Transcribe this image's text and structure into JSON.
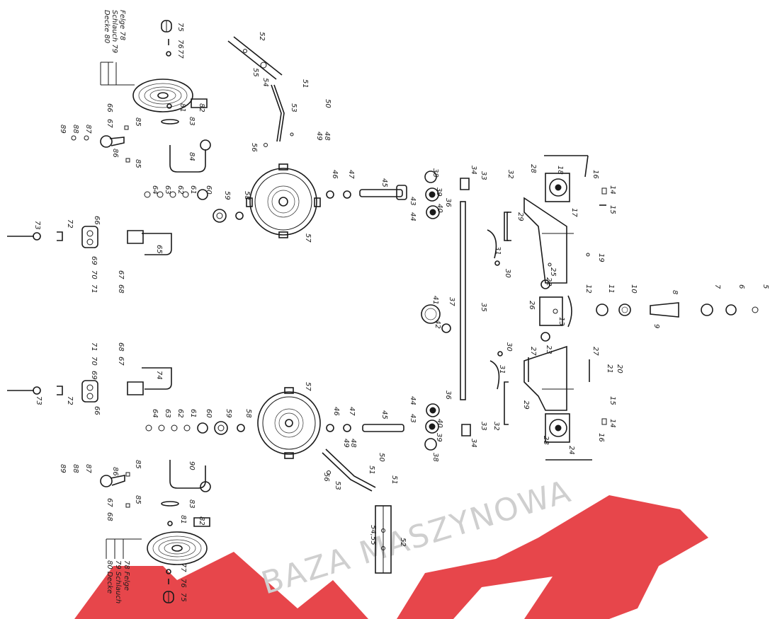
{
  "watermark": {
    "text": "BAZA MASZYNOWA",
    "color": "#cfcfcf",
    "logo_color": "#e3262c"
  },
  "wheel_legend_top": [
    "Felge 78",
    "Schlauch 79",
    "Decke 80"
  ],
  "wheel_legend_bottom": [
    "78 Felge",
    "79 Schlauch",
    "80 Decke"
  ],
  "labels": {
    "p5": "5",
    "p6": "6",
    "p7": "7",
    "p8": "8",
    "p9": "9",
    "p10": "10",
    "p11": "11",
    "p12": "12",
    "p13": "13",
    "p14a": "14",
    "p15a": "15",
    "p16a": "16",
    "p17a": "17",
    "p18a": "18",
    "p19a": "19",
    "p20": "20",
    "p21": "21",
    "p22": "22",
    "p23": "23",
    "p24": "24",
    "p25": "25",
    "p26": "26",
    "p27a": "27",
    "p27b": "27",
    "p28a": "28",
    "p28b": "28",
    "p29a": "29",
    "p29b": "29",
    "p30a": "30",
    "p30b": "30",
    "p31a": "31",
    "p31b": "31",
    "p32a": "32",
    "p32b": "32",
    "p33a": "33",
    "p33b": "33",
    "p34a": "34",
    "p34b": "34",
    "p35": "35",
    "p36a": "36",
    "p36b": "36",
    "p37": "37",
    "p38a": "38",
    "p38b": "38",
    "p39a": "39",
    "p39b": "39",
    "p40a": "40",
    "p40b": "40",
    "p41": "41",
    "p42": "42",
    "p43a": "43",
    "p43b": "43",
    "p44a": "44",
    "p44b": "44",
    "p45a": "45",
    "p45b": "45",
    "p46a": "46",
    "p46b": "46",
    "p47a": "47",
    "p47b": "47",
    "p48a": "48",
    "p48b": "48",
    "p49a": "49",
    "p49b": "49",
    "p50a": "50",
    "p50b": "50",
    "p51a": "51",
    "p51b": "51",
    "p52a": "52",
    "p52b": "52",
    "p53a": "53",
    "p53b": "53",
    "p54a": "54",
    "p55a": "55",
    "p54_55": "54,55",
    "p56a": "56",
    "p56b": "56",
    "p57a": "57",
    "p57b": "57",
    "p58a": "58",
    "p58b": "58",
    "p59a": "59",
    "p59b": "59",
    "p60a": "60",
    "p60b": "60",
    "p61a": "61",
    "p61b": "61",
    "p62a": "62",
    "p62b": "62",
    "p63a": "63",
    "p63b": "63",
    "p64a": "64",
    "p64b": "64",
    "p65": "65",
    "p66a": "66",
    "p66b": "66",
    "p67a": "67",
    "p67b": "67",
    "p67c": "67",
    "p67d": "67",
    "p68a": "68",
    "p68b": "68",
    "p68c": "68",
    "p69a": "69",
    "p69b": "69",
    "p70a": "70",
    "p70b": "70",
    "p71a": "71",
    "p71b": "71",
    "p72a": "72",
    "p72b": "72",
    "p73a": "73",
    "p73b": "73",
    "p74": "74",
    "p75a": "75",
    "p75b": "75",
    "p76a": "76",
    "p76b": "76",
    "p77a": "77",
    "p77b": "77",
    "p81a": "81",
    "p81b": "81",
    "p82a": "82",
    "p82b": "82",
    "p83a": "83",
    "p83b": "83",
    "p84": "84",
    "p85a": "85",
    "p85b": "85",
    "p85c": "85",
    "p85d": "85",
    "p86a": "86",
    "p86b": "86",
    "p87a": "87",
    "p87b": "87",
    "p88a": "88",
    "p88b": "88",
    "p89a": "89",
    "p89b": "89",
    "p90": "90",
    "p14b": "14",
    "p15b": "15",
    "p16b": "16"
  }
}
